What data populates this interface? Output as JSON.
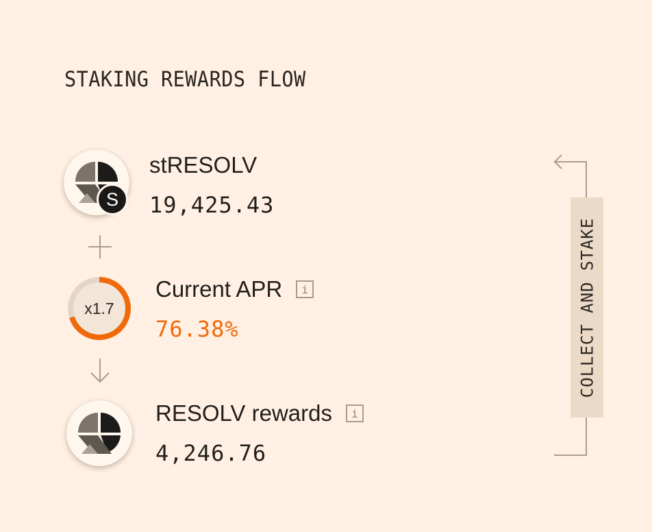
{
  "header": {
    "title": "STAKING REWARDS FLOW"
  },
  "flow": {
    "staked": {
      "label": "stRESOLV",
      "amount": "19,425.43",
      "badge": "S",
      "icon": "resolv-logo-icon"
    },
    "plus_icon": "plus-icon",
    "apr": {
      "label": "Current APR",
      "value": "76.38%",
      "multiplier": "x1.7",
      "multiplier_fraction": 0.7,
      "info_icon": "info-icon",
      "info_glyph": "i"
    },
    "arrow_icon": "arrow-down-icon",
    "rewards": {
      "label": "RESOLV rewards",
      "amount": "4,246.76",
      "icon": "resolv-logo-icon",
      "info_icon": "info-icon",
      "info_glyph": "i"
    }
  },
  "side": {
    "label": "COLLECT AND STAKE"
  },
  "colors": {
    "background": "#fff0e3",
    "accent": "#f06a0b",
    "ring_track": "#e3d6c8",
    "side_label_bg": "#ecdac8",
    "connector": "#a89d93"
  }
}
